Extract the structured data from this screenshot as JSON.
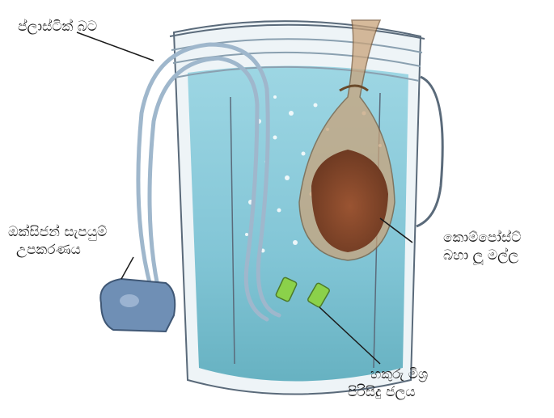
{
  "labels": {
    "plastic_tube": "ප්ලාස්ටික් බට",
    "oxygen_device": [
      "ඔක්සිජන් සැපයුම්",
      "උපකරණය"
    ],
    "compost_bag": [
      "කොම්පෝස්ට්",
      "බහා ලූ මල්ල"
    ],
    "water": [
      "හකුරු මිශ්‍ර",
      "පිරිසිදු ජලය"
    ]
  },
  "colors": {
    "water": "#7cc6d8",
    "compost": "#8a4a2e",
    "bag": "#c9a37a",
    "pump": "#6f8fb5",
    "tube": "#9fb7cc",
    "outline": "#5a6a7a"
  }
}
